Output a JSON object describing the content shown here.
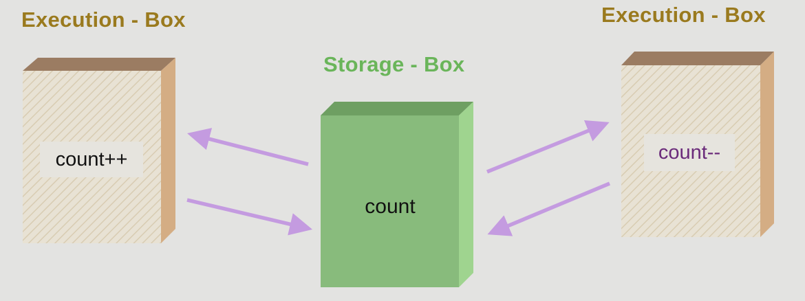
{
  "labels": {
    "exec_left": "Execution - Box",
    "exec_right": "Execution - Box",
    "storage": "Storage - Box"
  },
  "boxes": {
    "exec_left_text": "count++",
    "exec_right_text": "count--",
    "storage_text": "count"
  },
  "colors": {
    "background": "#e3e3e1",
    "exec_label": "#9a7a1e",
    "storage_label": "#6ab55a",
    "storage_front": "#88bb7c",
    "storage_top": "#6e9f62",
    "storage_side": "#9fd48f",
    "exec_front": "#e8e2d4",
    "exec_top": "#9b7c62",
    "exec_side": "#d4ad84",
    "arrow": "#c49be0",
    "dec_text": "#6a2a7a"
  }
}
